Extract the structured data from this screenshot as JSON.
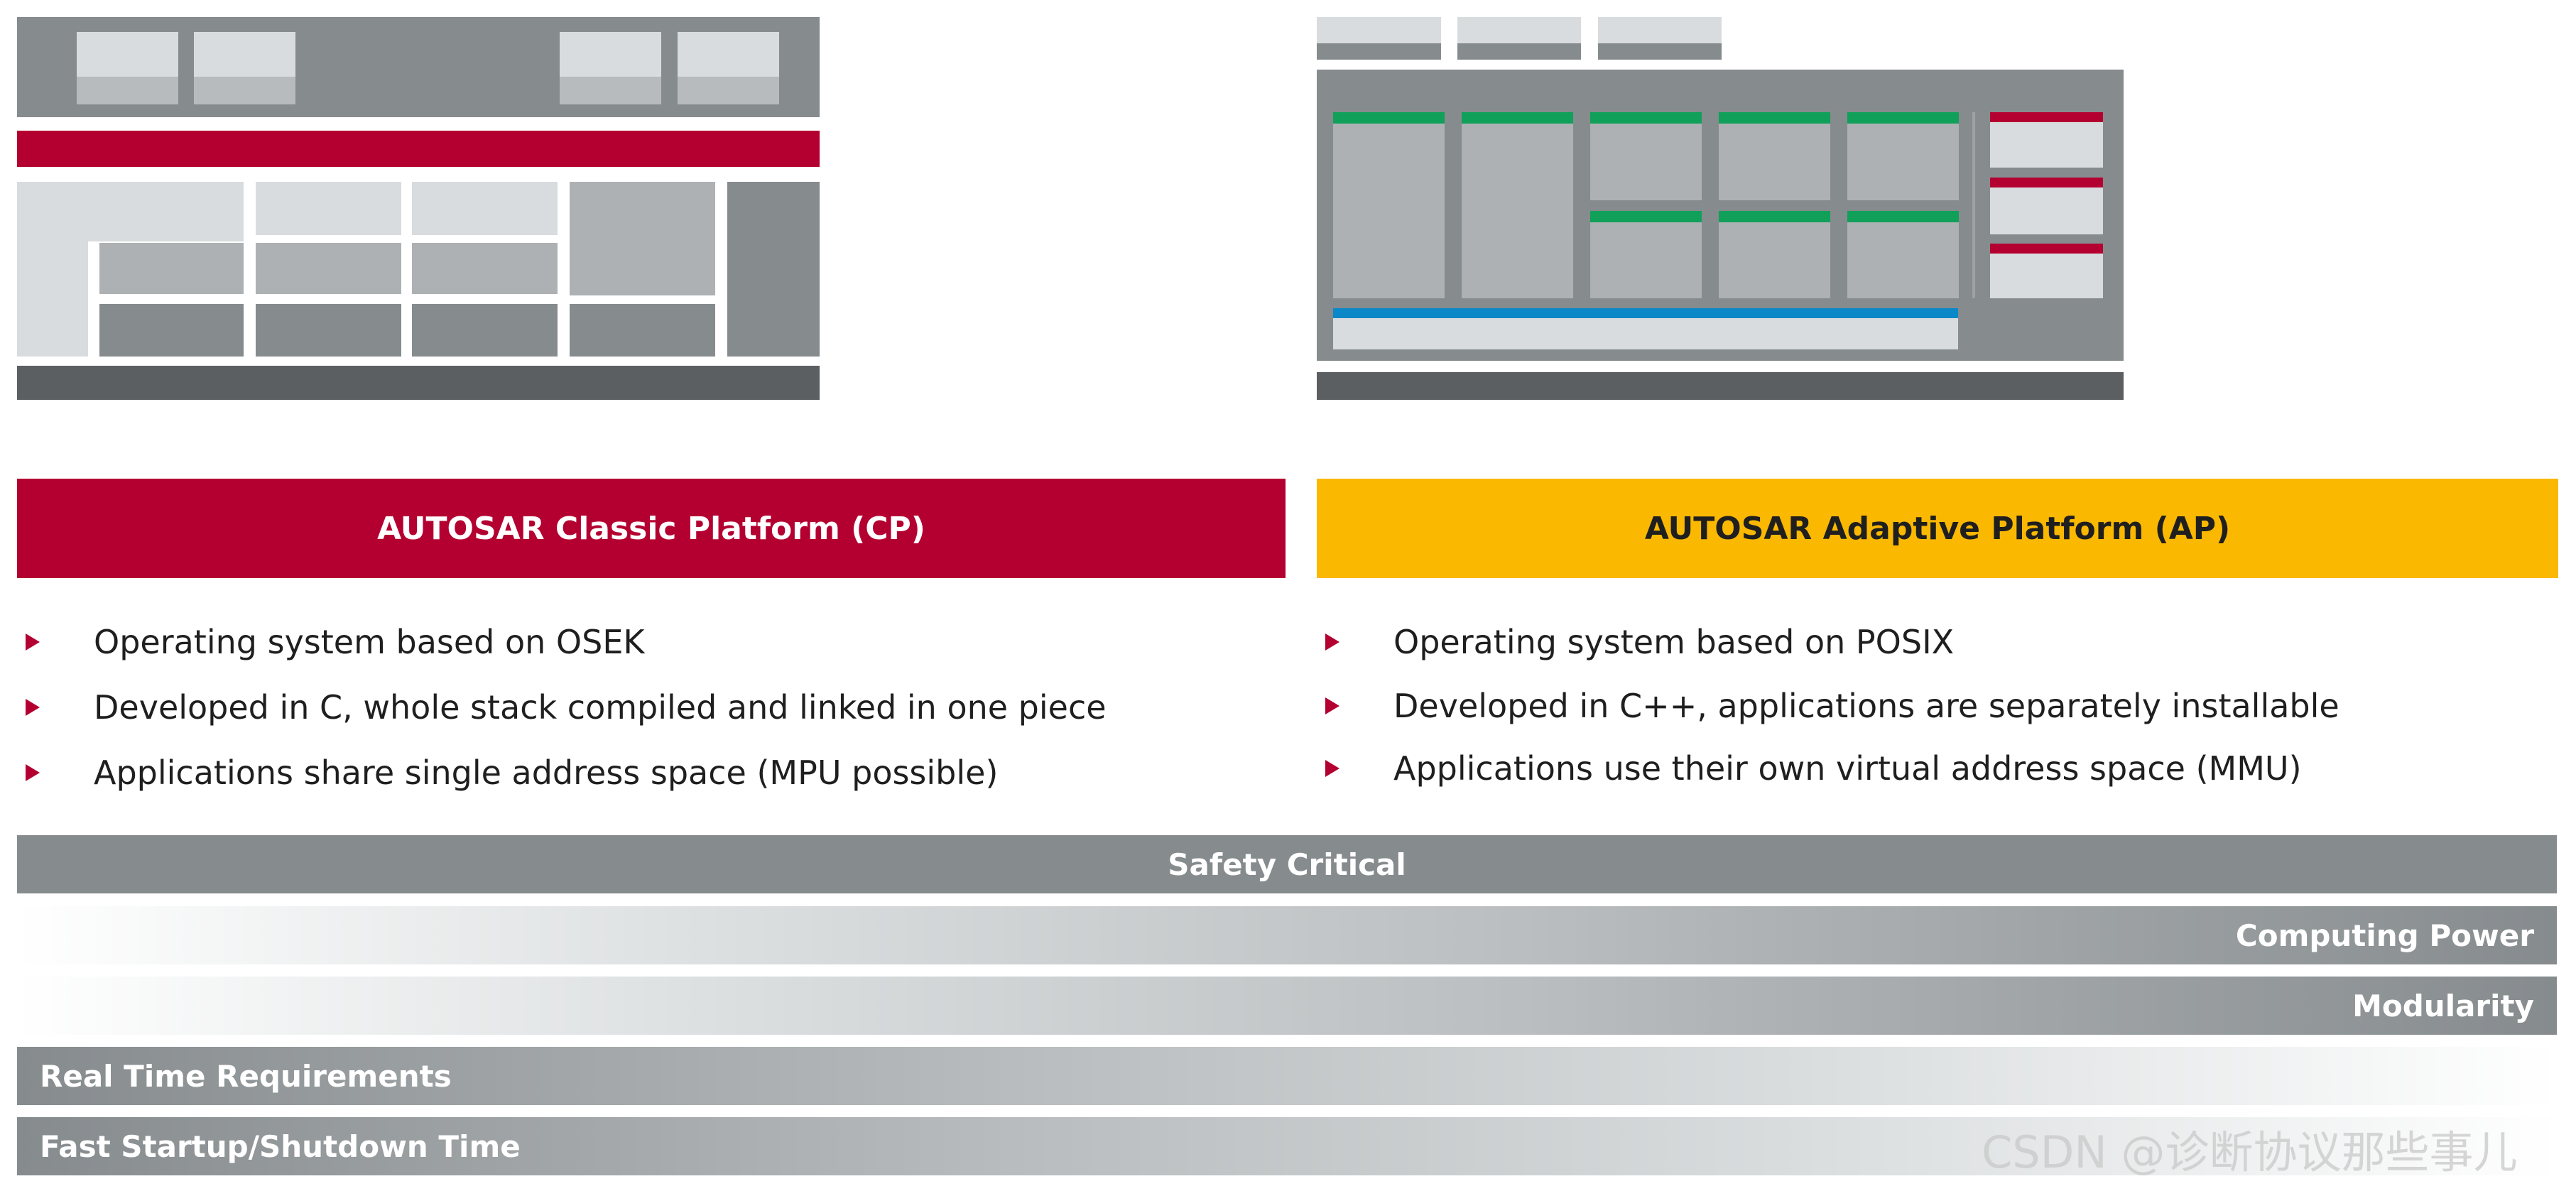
{
  "classic": {
    "title": "AUTOSAR Classic Platform (CP)",
    "bullets": [
      "Operating system based on OSEK",
      "Developed in C, whole stack compiled and linked in one piece",
      "Applications share single address space (MPU possible)"
    ]
  },
  "adaptive": {
    "title": "AUTOSAR Adaptive Platform (AP)",
    "bullets": [
      "Operating system based on POSIX",
      "Developed in C++, applications are separately installable",
      "Applications use their own virtual address space (MMU)"
    ]
  },
  "characteristics": [
    {
      "label": "Safety Critical"
    },
    {
      "label": "Computing Power"
    },
    {
      "label": "Modularity"
    },
    {
      "label": "Real Time Requirements"
    },
    {
      "label": "Fast Startup/Shutdown Time"
    }
  ],
  "watermark": "CSDN @诊断协议那些事儿",
  "colors": {
    "classic_red": "#b40031",
    "adaptive_yellow": "#fab800",
    "bar_gray": "#868b8e",
    "app_green": "#10a05a",
    "service_blue": "#0b88c8"
  }
}
